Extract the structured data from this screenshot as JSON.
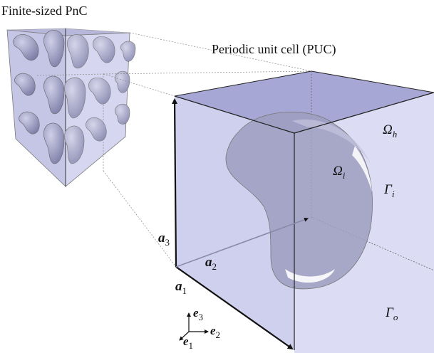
{
  "captions": {
    "left": "Finite-sized PnC",
    "right": "Periodic unit cell (PUC)"
  },
  "labels": {
    "omega_h": {
      "base": "Ω",
      "sub": "h"
    },
    "omega_i": {
      "base": "Ω",
      "sub": "i"
    },
    "gamma_i": {
      "base": "Γ",
      "sub": "i"
    },
    "gamma_o": {
      "base": "Γ",
      "sub": "o"
    },
    "a1": {
      "base": "a",
      "sub": "1"
    },
    "a2": {
      "base": "a",
      "sub": "2"
    },
    "a3": {
      "base": "a",
      "sub": "3"
    },
    "e1": {
      "base": "e",
      "sub": "1"
    },
    "e2": {
      "base": "e",
      "sub": "2"
    },
    "e3": {
      "base": "e",
      "sub": "3"
    }
  },
  "colors": {
    "cube_front": "#d4d4ef",
    "cube_top": "#a9a9d6",
    "cube_side": "#c2c2e6",
    "inclusion": "#9d9dbf",
    "edge": "#1a1a1a"
  }
}
